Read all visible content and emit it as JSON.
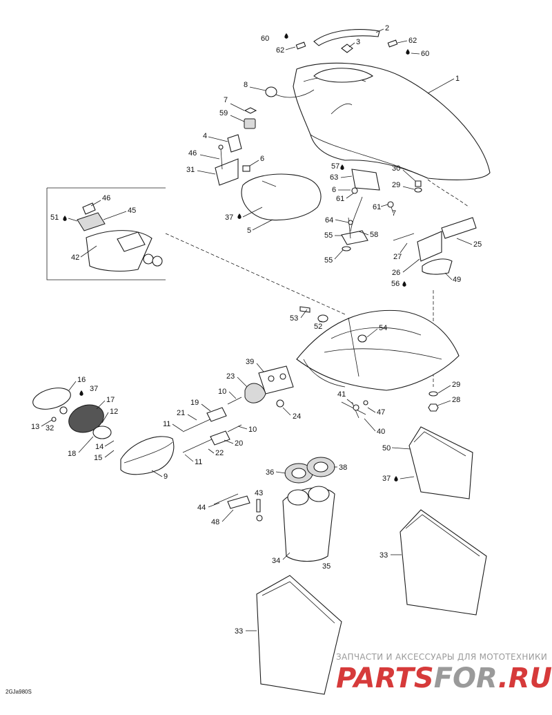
{
  "diagram": {
    "reference_code": "2GJa980S",
    "callouts": {
      "c1": "1",
      "c2": "2",
      "c3": "3",
      "c4": "4",
      "c5": "5",
      "c6a": "6",
      "c6b": "6",
      "c7a": "7",
      "c7b": "7",
      "c8": "8",
      "c9": "9",
      "c10a": "10",
      "c10b": "10",
      "c11a": "11",
      "c11b": "11",
      "c12": "12",
      "c13": "13",
      "c14": "14",
      "c15": "15",
      "c16": "16",
      "c17": "17",
      "c18": "18",
      "c19": "19",
      "c20": "20",
      "c21": "21",
      "c22": "22",
      "c23": "23",
      "c24": "24",
      "c25": "25",
      "c26": "26",
      "c27": "27",
      "c28": "28",
      "c29a": "29",
      "c29b": "29",
      "c30": "30",
      "c31": "31",
      "c32": "32",
      "c33a": "33",
      "c33b": "33",
      "c34": "34",
      "c35": "35",
      "c36": "36",
      "c37a": "37",
      "c37b": "37",
      "c37c": "37",
      "c38": "38",
      "c39": "39",
      "c40": "40",
      "c41": "41",
      "c42": "42",
      "c43": "43",
      "c44": "44",
      "c45": "45",
      "c46a": "46",
      "c46b": "46",
      "c47": "47",
      "c48": "48",
      "c49": "49",
      "c50": "50",
      "c51": "51",
      "c52": "52",
      "c53": "53",
      "c54": "54",
      "c55a": "55",
      "c55b": "55",
      "c56": "56",
      "c57": "57",
      "c58": "58",
      "c59": "59",
      "c60a": "60",
      "c60b": "60",
      "c61a": "61",
      "c61b": "61",
      "c62a": "62",
      "c62b": "62",
      "c63": "63",
      "c64": "64"
    }
  },
  "watermark": {
    "tagline": "ЗАПЧАСТИ И АКСЕССУАРЫ ДЛЯ МОТОТЕХНИКИ",
    "logo_part1": "PARTS",
    "logo_part2": "FOR",
    "logo_part3": ".RU",
    "logo_red": "#d63a3a",
    "logo_grey": "#9a9a9a"
  }
}
